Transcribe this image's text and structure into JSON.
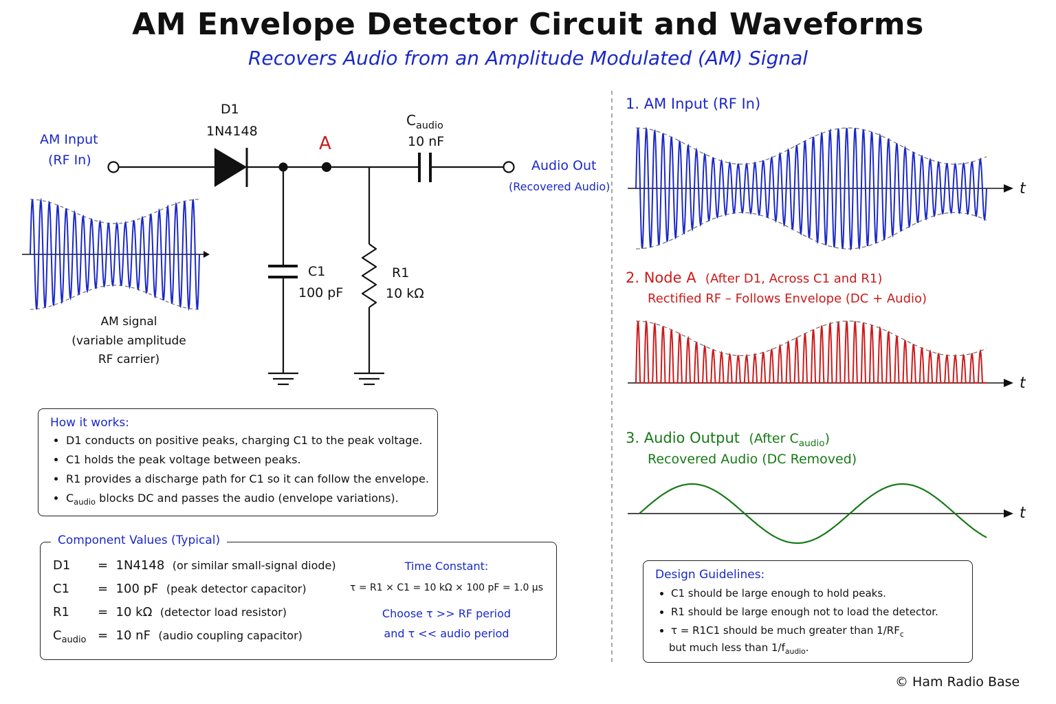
{
  "header": {
    "title": "AM Envelope Detector Circuit and Waveforms",
    "subtitle": "Recovers Audio from an Amplitude Modulated (AM) Signal"
  },
  "circuit": {
    "input_label_line1": "AM Input",
    "input_label_line2": "(RF In)",
    "d1_ref": "D1",
    "d1_part": "1N4148",
    "node_label": "A",
    "caudio_main": "C",
    "caudio_sub": "audio",
    "caudio_value": "10 nF",
    "output_label_line1": "Audio Out",
    "output_label_line2": "(Recovered Audio)",
    "c1_ref": "C1",
    "c1_value": "100 pF",
    "r1_ref": "R1",
    "r1_value": "10 kΩ",
    "am_caption_line1": "AM signal",
    "am_caption_line2": "(variable amplitude",
    "am_caption_line3": "RF carrier)"
  },
  "how_it_works": {
    "title": "How it works:",
    "bullets": [
      "D1 conducts on positive peaks, charging C1 to the peak voltage.",
      "C1 holds the peak voltage between peaks.",
      "R1 provides a discharge path for C1 so it can follow the envelope."
    ],
    "bullet4_main": "C",
    "bullet4_sub": "audio",
    "bullet4_rest": " blocks DC and passes the audio (envelope variations)."
  },
  "component_values": {
    "title": "Component Values (Typical)",
    "rows": [
      {
        "ref": "D1",
        "eq": "=",
        "value": "1N4148",
        "desc": "(or similar small-signal diode)"
      },
      {
        "ref": "C1",
        "eq": "=",
        "value": "100 pF",
        "desc": "(peak detector capacitor)"
      },
      {
        "ref": "R1",
        "eq": "=",
        "value": "10 kΩ",
        "desc": "(detector load resistor)"
      },
      {
        "ref_main": "C",
        "ref_sub": "audio",
        "eq": "=",
        "value": "10 nF",
        "desc": "(audio coupling capacitor)"
      }
    ],
    "time_constant_title": "Time Constant:",
    "time_constant_formula": "τ = R1 × C1 = 10 kΩ × 100 pF = 1.0 μs",
    "choose_line1": "Choose τ >> RF period",
    "choose_line2": "and τ << audio period"
  },
  "waveforms": {
    "w1_title": "1.  AM Input  (RF In)",
    "w2_title_main": "2.  Node  A",
    "w2_title_rest": "(After D1, Across C1 and R1)",
    "w2_subtitle": "Rectified RF – Follows Envelope (DC + Audio)",
    "w3_title_main": "3.  Audio Output",
    "w3_title_pre": "(After C",
    "w3_title_sub": "audio",
    "w3_title_post": ")",
    "w3_subtitle": "Recovered Audio (DC Removed)",
    "time_axis_label": "t"
  },
  "design_guidelines": {
    "title": "Design Guidelines:",
    "bullet1": "C1 should be large enough to hold peaks.",
    "bullet2": "R1 should be large enough not to load the detector.",
    "bullet3_main": "τ = R1C1 should be much greater than 1/RF",
    "bullet3_sub": "c",
    "bullet3_line2_main": "but much less than 1/f",
    "bullet3_line2_sub": "audio",
    "bullet3_line2_end": "."
  },
  "footer": {
    "copyright": "© Ham Radio Base"
  },
  "colors": {
    "blue": "#1a28c8",
    "red": "#cc1a1a",
    "green": "#167a16",
    "envelope": "#777777",
    "line": "#111111"
  }
}
